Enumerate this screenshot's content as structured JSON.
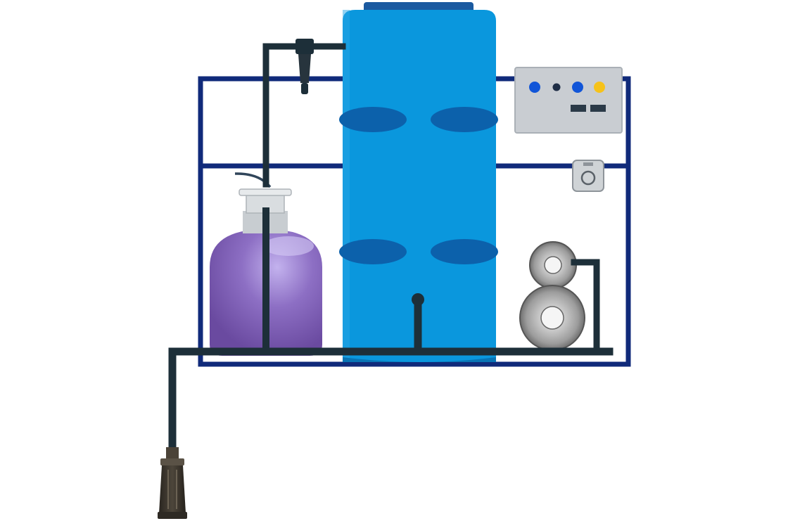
{
  "diagram": {
    "title": "",
    "text_labels": []
  },
  "components": {
    "frame": "rack-frame",
    "tank": "storage-tank",
    "filter_vessel": "filter-vessel",
    "control_panel": "control-panel",
    "pressure_switch": "pressure-switch",
    "pump_motor": "pump-motor",
    "submersible_pump": "submersible-pump",
    "inline_filter": "inline-filter",
    "piping": "piping"
  },
  "control_panel": {
    "indicators": [
      "blue",
      "navy",
      "blue",
      "yellow"
    ],
    "switches": 2
  },
  "colors": {
    "frame": "#102a7a",
    "tank": "#0a97dd",
    "tank_band": "#0c61ab",
    "tank_cap": "#1b5aa0",
    "pipe": "#1d2f39",
    "filter_body": "#7a5ab0",
    "filter_highlight": "#c3b2ee",
    "filter_cap": "#cfd4d8",
    "panel": "#c9cdd2",
    "indicator_blue": "#1155d8",
    "indicator_navy": "#1f2e46",
    "indicator_yellow": "#f6c21a",
    "pump": "#3b362e",
    "motor_metal": "#b5b5b5"
  }
}
